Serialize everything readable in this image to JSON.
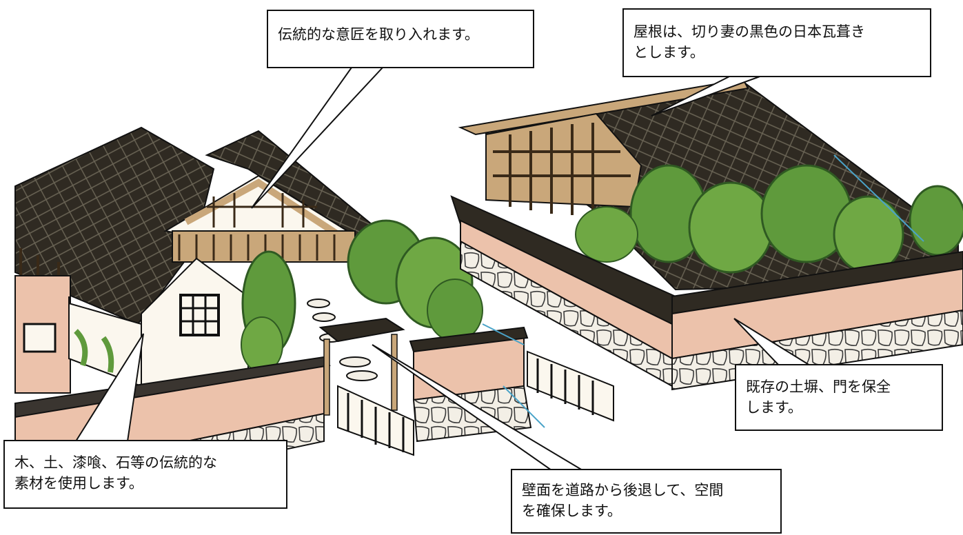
{
  "colors": {
    "roof_tile": "#2f2a22",
    "roof_tile_line": "#6b6556",
    "earthen_wall": "#ecc2ab",
    "plaster": "#fbf7ee",
    "timber": "#c9a77a",
    "timber_dark": "#3a2a18",
    "stone": "#f3efe6",
    "tree": "#5f9a3c",
    "tree_dark": "#2f5a22",
    "guide_line": "#4aa3c8"
  },
  "callouts": [
    {
      "id": "design",
      "lines": [
        "伝統的な意匠を取り入れます。"
      ]
    },
    {
      "id": "roof",
      "lines": [
        "屋根は、切り妻の黒色の日本瓦葺き",
        "とします。"
      ]
    },
    {
      "id": "wall",
      "lines": [
        "既存の土塀、門を保全",
        "します。"
      ]
    },
    {
      "id": "setback",
      "lines": [
        "壁面を道路から後退して、空間",
        "を確保します。"
      ]
    },
    {
      "id": "material",
      "lines": [
        "木、土、漆喰、石等の伝統的な",
        "素材を使用します。"
      ]
    }
  ]
}
